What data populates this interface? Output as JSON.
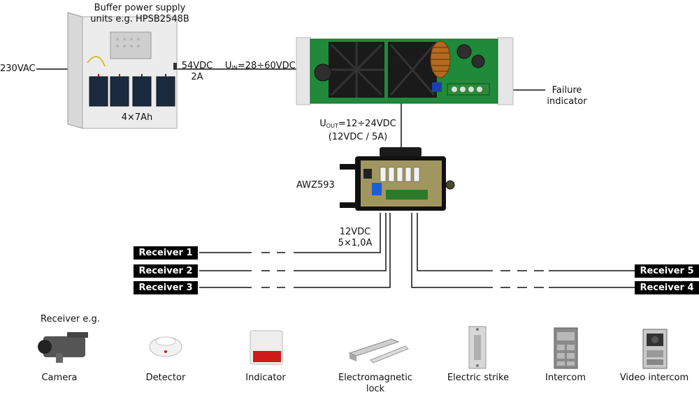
{
  "psu": {
    "title_line1": "Buffer power supply",
    "title_line2": "units e.g. HPSB2548B",
    "battery_label": "4×7Ah",
    "input_label": "230VAC",
    "output_line1": "54VDC",
    "output_line2": "2A"
  },
  "converter": {
    "uin_prefix": "U",
    "uin_sub": "IN",
    "uin_value": "=28÷60VDC",
    "failure_line1": "Failure",
    "failure_line2": "indicator",
    "uout_prefix": "U",
    "uout_sub": "OUT",
    "uout_value": "=12÷24VDC",
    "uout_line2": "(12VDC / 5A)"
  },
  "distributor": {
    "name": "AWZ593",
    "out_line1": "12VDC",
    "out_line2": "5×1,0A"
  },
  "receivers": {
    "r1": "Receiver 1",
    "r2": "Receiver 2",
    "r3": "Receiver 3",
    "r4": "Receiver 4",
    "r5": "Receiver 5"
  },
  "examples": {
    "heading": "Receiver e.g.",
    "items": [
      "Camera",
      "Detector",
      "Indicator",
      "Electromagnetic lock",
      "Electric strike",
      "Intercom",
      "Video intercom"
    ],
    "lock_line1": "Electromagnetic",
    "lock_line2": "lock"
  }
}
